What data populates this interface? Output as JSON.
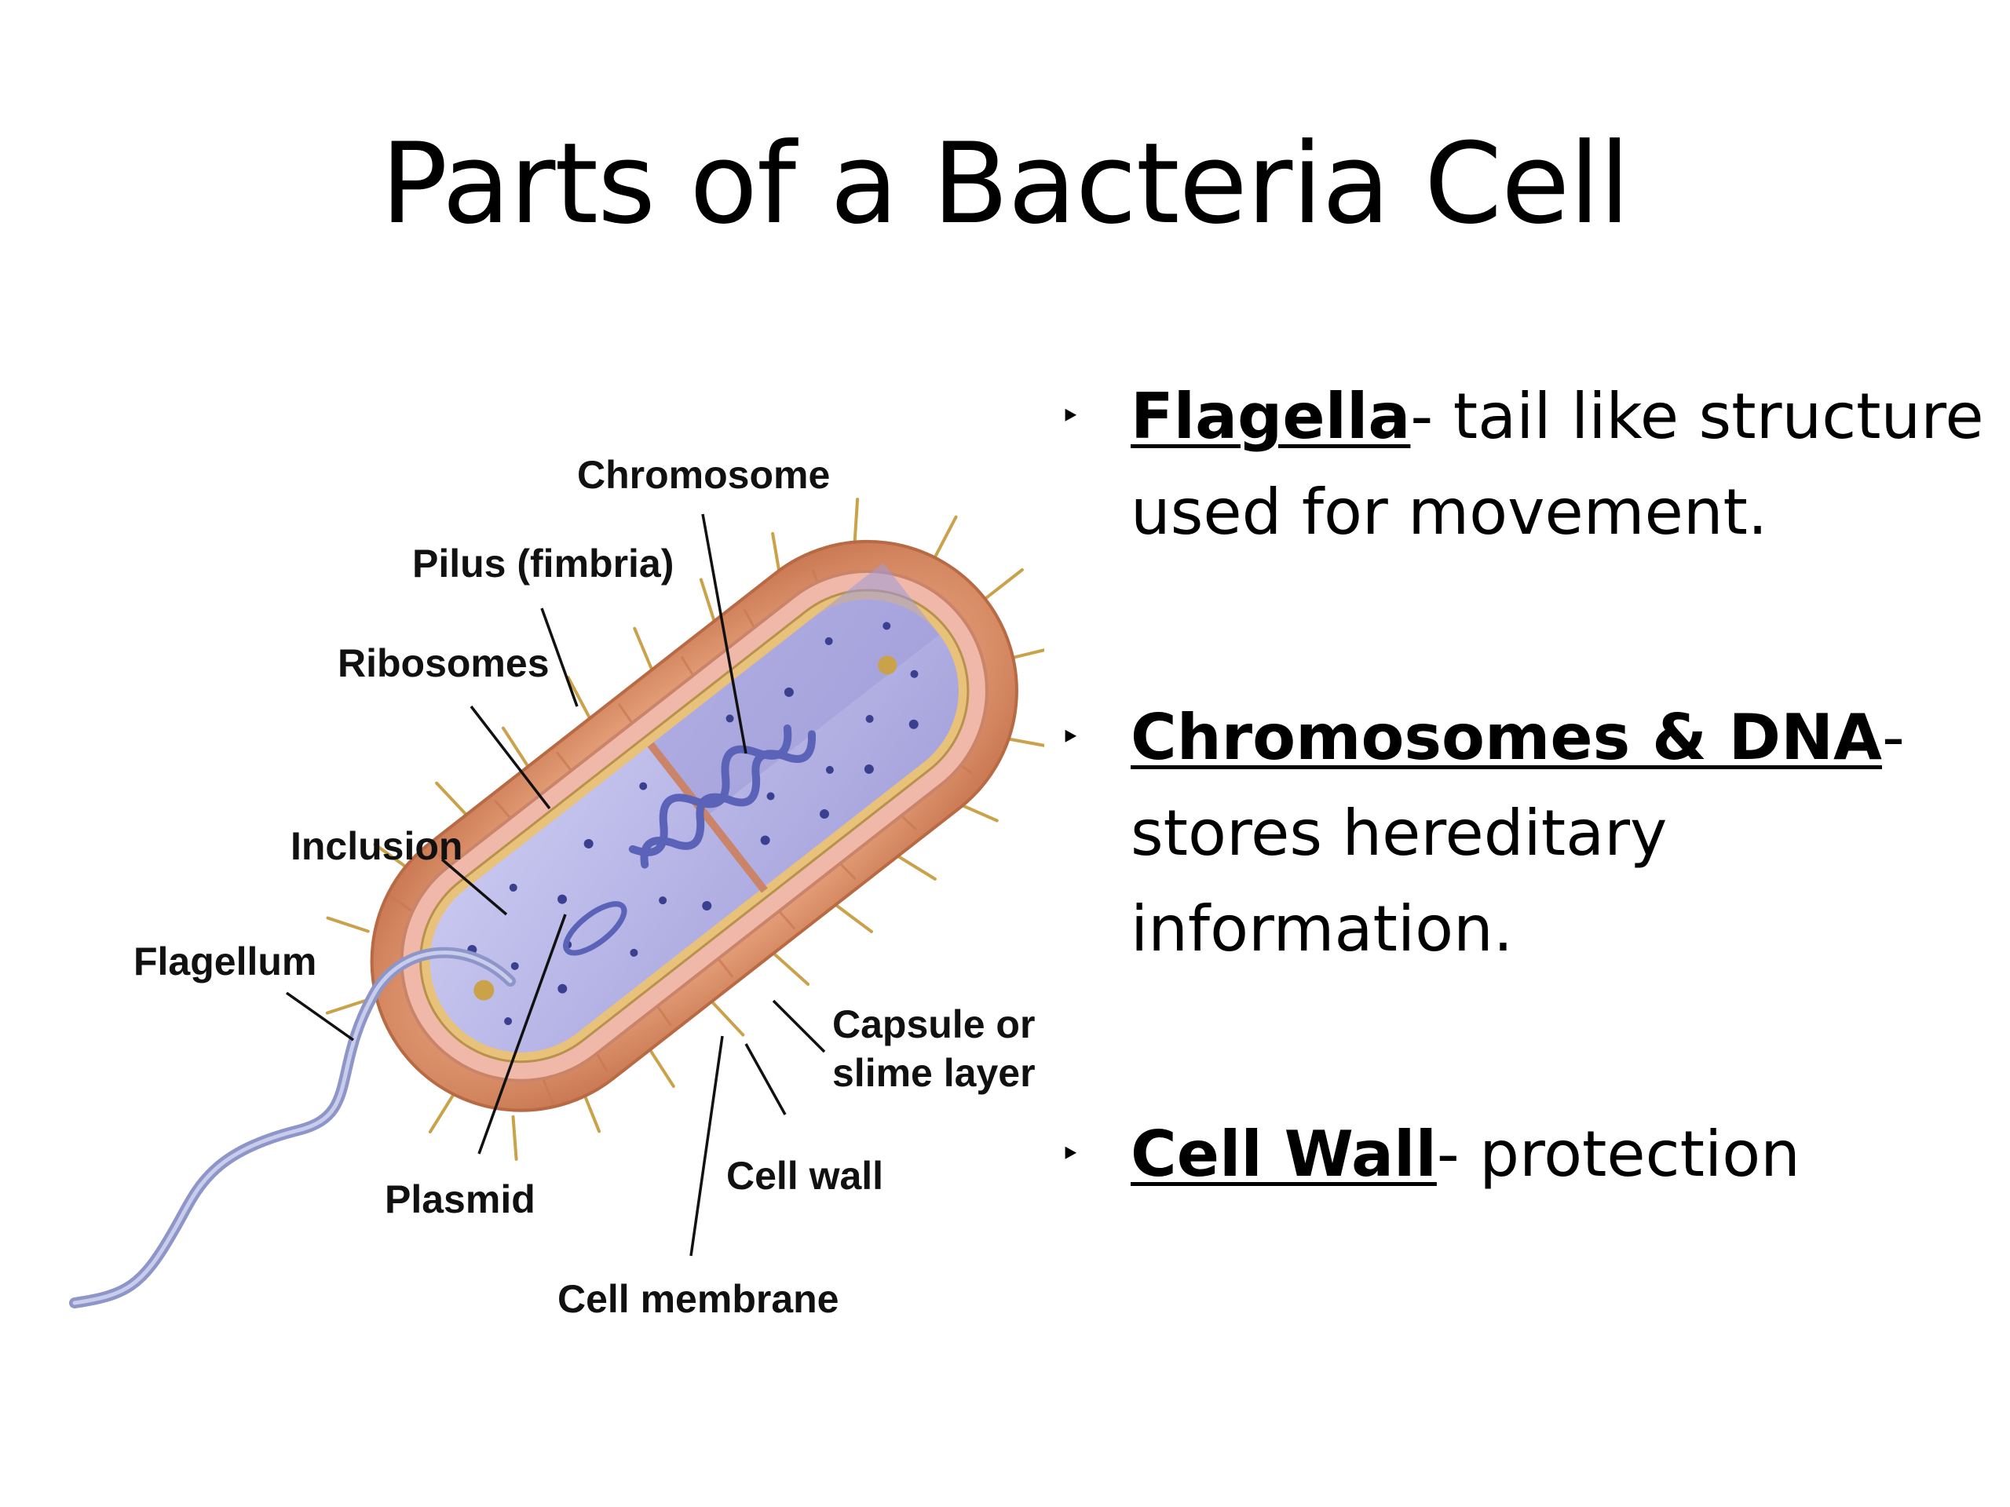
{
  "slide": {
    "title": "Parts of a Bacteria Cell"
  },
  "diagram": {
    "labels": {
      "chromosome": "Chromosome",
      "pilus": "Pilus (fimbria)",
      "ribosomes": "Ribosomes",
      "inclusion": "Inclusion",
      "flagellum": "Flagellum",
      "capsule_line1": "Capsule or",
      "capsule_line2": "slime layer",
      "cell_wall": "Cell wall",
      "plasmid": "Plasmid",
      "cell_membrane": "Cell membrane"
    },
    "colors": {
      "capsule": "#e19a73",
      "cell_wall": "#f0b8a8",
      "cytoplasm": "#b7b5e6",
      "chromosome": "#5b63b8",
      "flagellum": "#a7aed8",
      "pilus": "#c9a24a",
      "leader_line": "#111111"
    }
  },
  "bullets": [
    {
      "term": "Flagella",
      "text": "- tail like structure used for movement."
    },
    {
      "term": "Chromosomes & DNA",
      "text": "- stores hereditary information."
    },
    {
      "term": "Cell Wall",
      "text": "- protection"
    }
  ]
}
